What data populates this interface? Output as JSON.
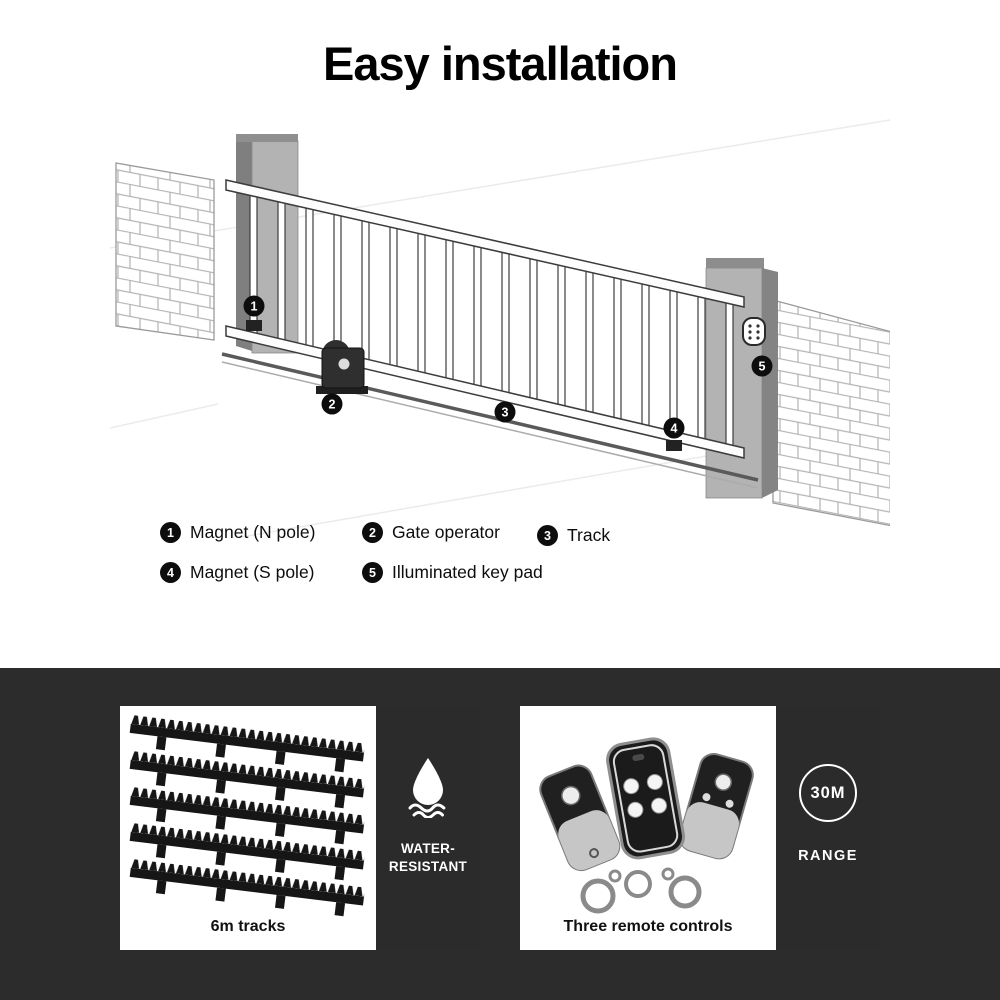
{
  "title": "Easy installation",
  "legend": {
    "items": [
      {
        "num": "1",
        "label": "Magnet (N pole)"
      },
      {
        "num": "2",
        "label": "Gate operator"
      },
      {
        "num": "3",
        "label": "Track"
      },
      {
        "num": "4",
        "label": "Magnet (S pole)"
      },
      {
        "num": "5",
        "label": "Illuminated key pad"
      }
    ]
  },
  "features": {
    "tracks_caption": "6m tracks",
    "water_line1": "WATER-",
    "water_line2": "RESISTANT",
    "remotes_caption": "Three remote controls",
    "range_value": "30M",
    "range_label": "RANGE"
  },
  "colors": {
    "dark_section": "#2c2c2c",
    "marker": "#0d0d0d",
    "panel": "#2b2b2b"
  }
}
